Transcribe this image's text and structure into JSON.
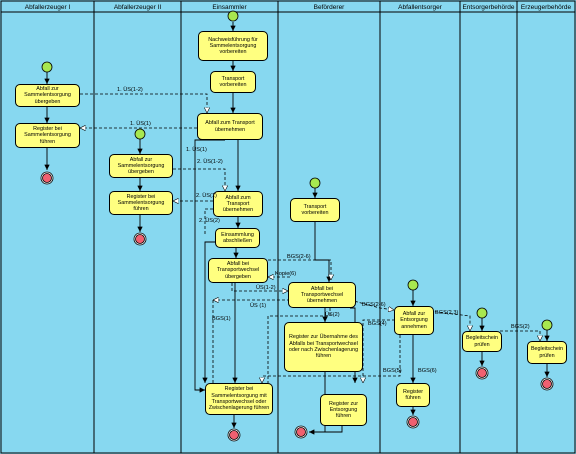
{
  "lanes": [
    "Abfallerzeuger I",
    "Abfallerzeuger II",
    "Einsammler",
    "Beförderer",
    "Abfallentsorger",
    "Entsorgerbehörde",
    "Erzeugerbehörde"
  ],
  "activities": {
    "ae1_uebergeben": "Abfall zur Sammelentsorgung übergeben",
    "ae1_register": "Register bei Sammelentsorgung führen",
    "ae2_uebergeben": "Abfall zur Sammelentsorgung übergeben",
    "ae2_register": "Register bei Sammelentsorgung führen",
    "es_nachweis": "Nachweisführung für Sammelentsorgung vorbereiten",
    "es_transport": "Transport vorbereiten",
    "es_uebernehmen1": "Abfall zum Transport übernehmen",
    "es_uebernehmen2": "Abfall zum Transport übernehmen",
    "es_abschliessen": "Einsammlung abschließen",
    "es_transportwechsel": "Abfall bei Transportwechsel übergeben",
    "es_register": "Register bei Sammelentsorgung mit Transportwechsel oder Zwischenlagerung führen",
    "bf_transport": "Transport vorbereiten",
    "bf_uebernehmen": "Abfall bei Transportwechsel übernehmen",
    "bf_register": "Register zur Übernahme des Abfalls bei Transportwechsel oder nach Zwischenlagerung führen",
    "bf_register_entsorgung": "Register zur Entsorgung führen",
    "ao_entsorgung": "Abfall zur Entsorgung annehmen",
    "ao_register": "Register führen",
    "eb_pruefen": "Begleitschein prüfen",
    "zb_pruefen": "Begleitschein prüfen"
  },
  "flows": {
    "us1_2_a": "1. ÜS(1-2)",
    "us1_a": "1. ÜS(1)",
    "us1_b": "1. ÜS(1)",
    "us2_1_2": "2. ÜS(1-2)",
    "us2_1": "2. ÜS(1)",
    "us2_2": "2. ÜS(2)",
    "bgs2_6": "BGS(2-6)",
    "kopie6": "Kopie(6)",
    "us1_2_c": "ÜS(1-2)",
    "us1_c": "ÜS (1)",
    "bgs1": "BGS(1)",
    "us2_b": "ÜS(2)",
    "bgs2_6_b": "BGS(2-6)",
    "bgs4": "BGS(4)",
    "bgs2_3": "BGS(2,3)",
    "bgs5": "BGS(5)",
    "bgs6": "BGS(6)",
    "bgs2": "BGS(2)"
  },
  "colors": {
    "background": "#87d8f0",
    "activity": "#ffff80",
    "start": "#a8e850",
    "end": "#f06070",
    "line": "#000000"
  }
}
